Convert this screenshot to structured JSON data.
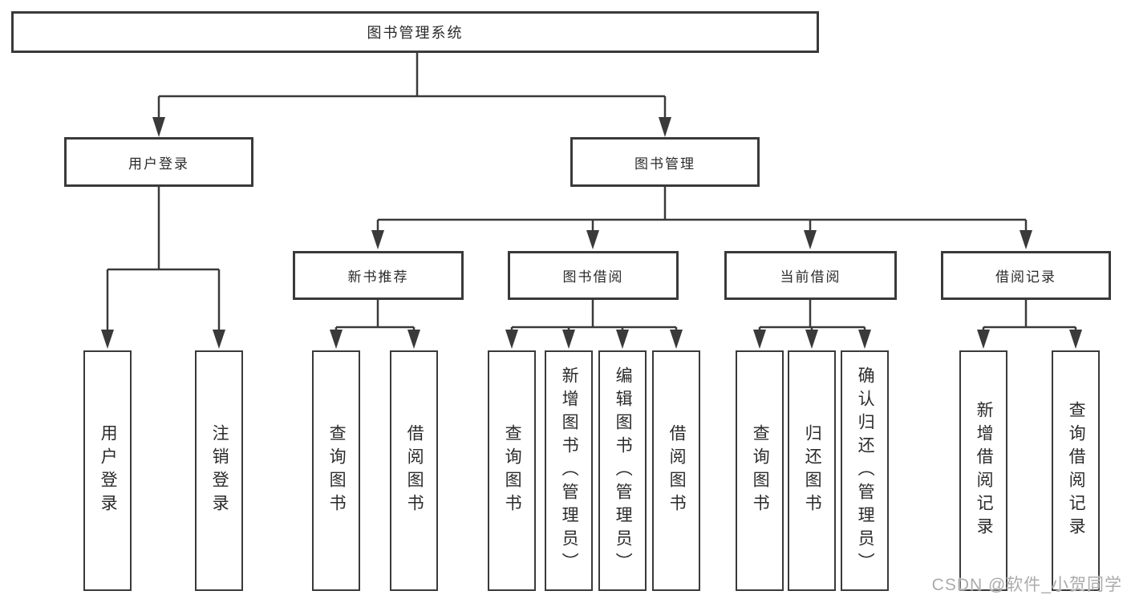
{
  "diagram": {
    "type": "tree",
    "nodes": {
      "root": "图书管理系统",
      "user_login": "用户登录",
      "book_mgmt": "图书管理",
      "new_book_rec": "新书推荐",
      "book_borrow": "图书借阅",
      "current_borrow": "当前借阅",
      "borrow_record": "借阅记录",
      "ul_user_login": "用户登录",
      "ul_logout": "注销登录",
      "nbr_query_book": "查询图书",
      "nbr_borrow_book": "借阅图书",
      "bb_query_book": "查询图书",
      "bb_add_book": "新增图书（管理员）",
      "bb_edit_book": "编辑图书（管理员）",
      "bb_borrow_book": "借阅图书",
      "cb_query_book": "查询图书",
      "cb_return_book": "归还图书",
      "cb_confirm_return": "确认归还（管理员）",
      "br_add_record": "新增借阅记录",
      "br_query_record": "查询借阅记录"
    },
    "structure": [
      {
        "parent": "图书管理系统",
        "children": [
          "用户登录",
          "图书管理"
        ]
      },
      {
        "parent": "用户登录",
        "children": [
          "用户登录",
          "注销登录"
        ]
      },
      {
        "parent": "图书管理",
        "children": [
          "新书推荐",
          "图书借阅",
          "当前借阅",
          "借阅记录"
        ]
      },
      {
        "parent": "新书推荐",
        "children": [
          "查询图书",
          "借阅图书"
        ]
      },
      {
        "parent": "图书借阅",
        "children": [
          "查询图书",
          "新增图书（管理员）",
          "编辑图书（管理员）",
          "借阅图书"
        ]
      },
      {
        "parent": "当前借阅",
        "children": [
          "查询图书",
          "归还图书",
          "确认归还（管理员）"
        ]
      },
      {
        "parent": "借阅记录",
        "children": [
          "新增借阅记录",
          "查询借阅记录"
        ]
      }
    ],
    "colors": {
      "background": "#ffffff",
      "box_border": "#3a3a3a",
      "line": "#3a3a3a",
      "text": "#2b2b2b",
      "watermark": "#ababab"
    }
  },
  "watermark": "CSDN @软件_小贺同学"
}
